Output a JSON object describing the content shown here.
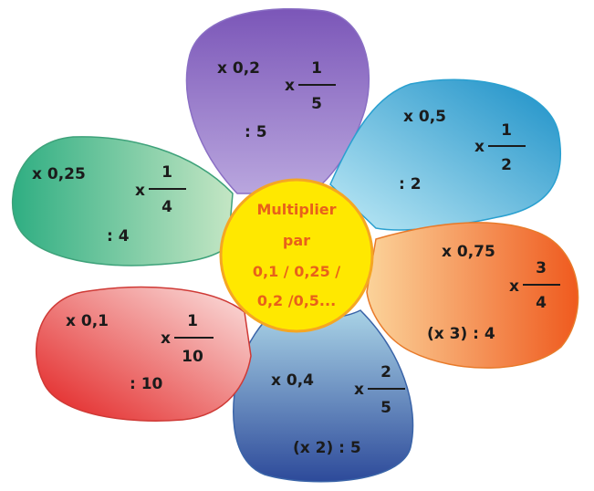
{
  "center": {
    "lines": [
      "Multiplier",
      "par",
      "0,1 / 0,25 /",
      "0,2 /0,5..."
    ],
    "fill": "#ffe800",
    "stroke": "#f5a623",
    "text_color": "#e8611a"
  },
  "petals": {
    "top": {
      "decimal": "x 0,2",
      "frac_prefix": "x",
      "numerator": "1",
      "denominator": "5",
      "division": ": 5",
      "colors": [
        "#b9a6de",
        "#7b56b8"
      ]
    },
    "top_right": {
      "decimal": "x 0,5",
      "frac_prefix": "x",
      "numerator": "1",
      "denominator": "2",
      "division": ": 2",
      "colors": [
        "#bfeaf6",
        "#1a8fc7"
      ]
    },
    "right": {
      "decimal": "x 0,75",
      "frac_prefix": "x",
      "numerator": "3",
      "denominator": "4",
      "division": "(x 3) : 4",
      "colors": [
        "#fbd39a",
        "#ef5a1e"
      ]
    },
    "bottom": {
      "decimal": "x 0,4",
      "frac_prefix": "x",
      "numerator": "2",
      "denominator": "5",
      "division": "(x 2) : 5",
      "colors": [
        "#a9d3e6",
        "#2d4a9a"
      ]
    },
    "bottom_left": {
      "decimal": "x 0,1",
      "frac_prefix": "x",
      "numerator": "1",
      "denominator": "10",
      "division": ": 10",
      "colors": [
        "#fbe3e1",
        "#e21f1f"
      ]
    },
    "left": {
      "decimal": "x 0,25",
      "frac_prefix": "x",
      "numerator": "1",
      "denominator": "4",
      "division": ": 4",
      "colors": [
        "#c4e6c4",
        "#2fae82"
      ]
    }
  }
}
